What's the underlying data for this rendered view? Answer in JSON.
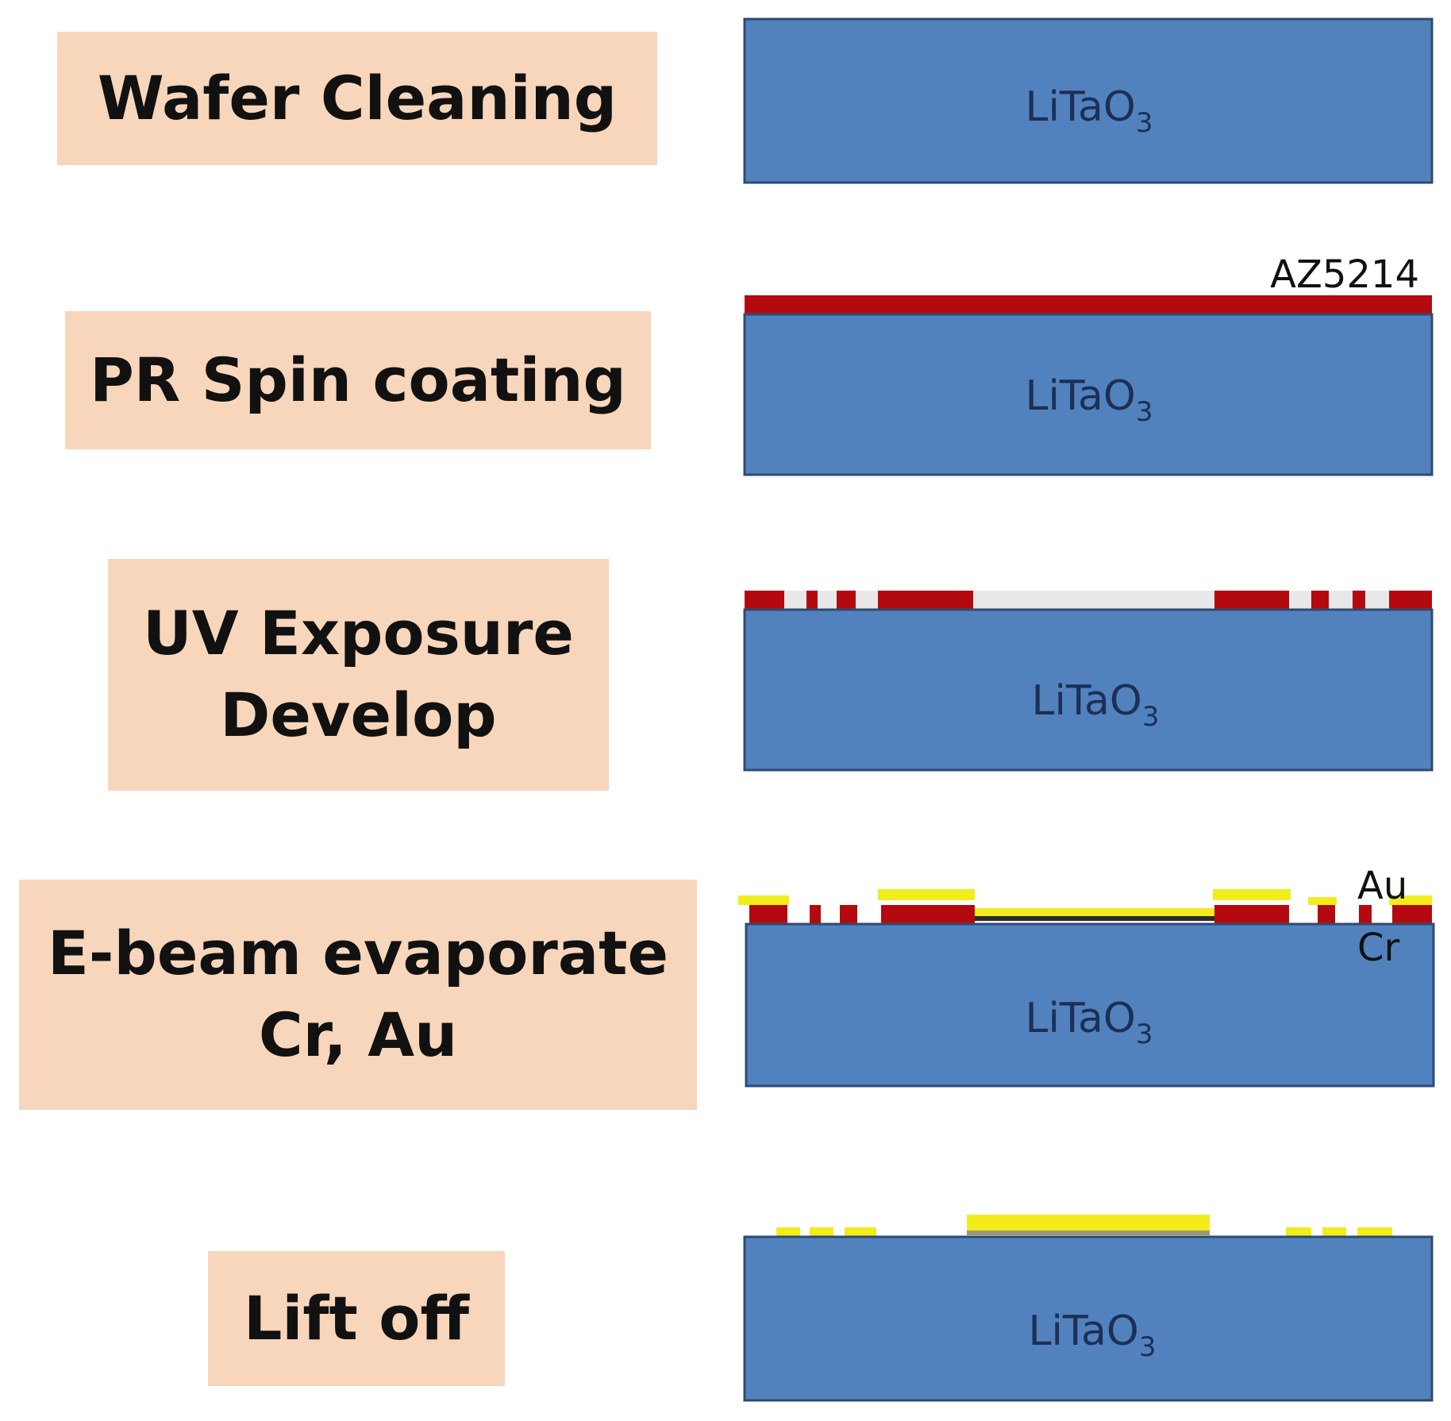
{
  "colors": {
    "label_bg": "#f8d6bb",
    "substrate": "#5282be",
    "substrate_border": "#2f4a72",
    "photoresist": "#b40a0f",
    "gold": "#f2ec1d",
    "chromium": "#2a2a2a",
    "developed_gap": "#e8e8e8"
  },
  "substrate_label": {
    "main": "LiTaO",
    "sub": "3"
  },
  "layer_tags": {
    "photoresist": "AZ5214",
    "gold": "Au",
    "chromium": "Cr"
  },
  "steps": [
    {
      "id": "wafer-cleaning",
      "lines": [
        "Wafer Cleaning"
      ]
    },
    {
      "id": "pr-spin-coating",
      "lines": [
        "PR Spin coating"
      ]
    },
    {
      "id": "uv-exposure-develop",
      "lines": [
        "UV Exposure",
        "Develop"
      ]
    },
    {
      "id": "ebeam-evaporate",
      "lines": [
        "E-beam evaporate",
        "Cr, Au"
      ]
    },
    {
      "id": "lift-off",
      "lines": [
        "Lift off"
      ]
    }
  ]
}
